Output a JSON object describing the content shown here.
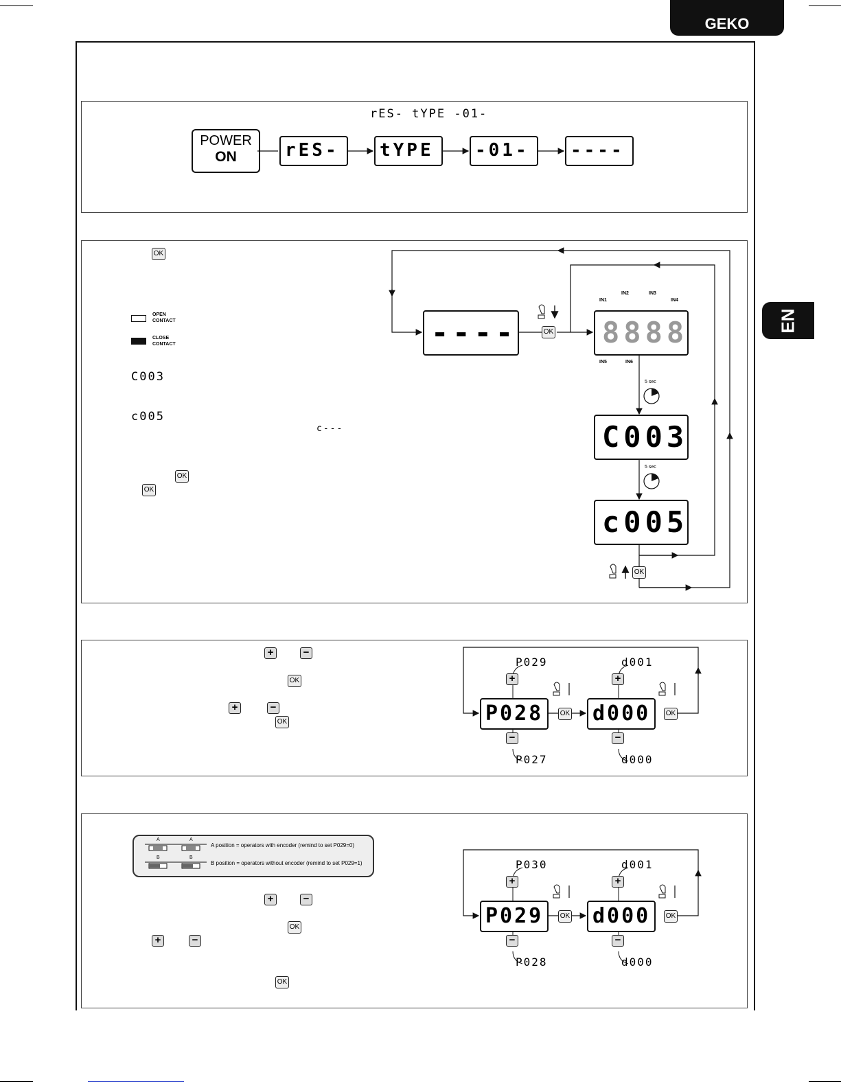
{
  "header": {
    "brand": "GEKO"
  },
  "side_tab": {
    "language": "EN"
  },
  "panel_reset": {
    "sequence_caption": "rES-  tYPE  -01-",
    "power_line1": "POWER",
    "power_line2": "ON",
    "displays": [
      "rES-",
      "tYPE",
      "-01-",
      "----"
    ]
  },
  "panel_inputs": {
    "legend_open_line1": "OPEN",
    "legend_open_line2": "CONTACT",
    "legend_close_line1": "CLOSE",
    "legend_close_line2": "CONTACT",
    "code_c003": "C003",
    "code_c005": "c005",
    "code_dashes": "c---",
    "input_labels_top": [
      "IN1",
      "IN2",
      "IN3",
      "IN4"
    ],
    "input_labels_bottom": [
      "IN5",
      "IN6"
    ],
    "timer_1": "5 sec",
    "timer_2": "5 sec",
    "display_idle": "----",
    "display_inputs": "8888",
    "display_c003": "C003",
    "display_c005": "c005"
  },
  "panel_p028": {
    "param_display": "P028",
    "value_display": "d000",
    "param_plus": "P029",
    "param_minus": "P027",
    "value_plus": "d001",
    "value_minus": "d000"
  },
  "panel_p029": {
    "jumper_a_text": "A position = operators with encoder (remind to set P029=0)",
    "jumper_b_text": "B position = operators without encoder (remind to set P029=1)",
    "jumper_a_label": "A",
    "jumper_b_label": "B",
    "param_display": "P029",
    "value_display": "d000",
    "param_plus": "P030",
    "param_minus": "P028",
    "value_plus": "d001",
    "value_minus": "d000"
  },
  "keys": {
    "ok": "OK",
    "plus": "+",
    "minus": "−"
  }
}
